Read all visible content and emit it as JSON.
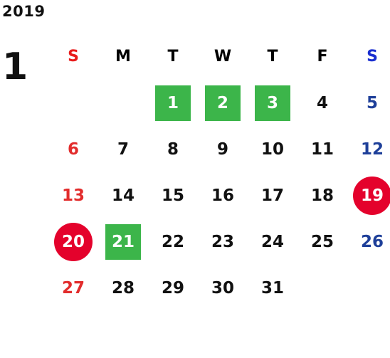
{
  "year": "2019",
  "month": "1",
  "weekdays": [
    "S",
    "M",
    "T",
    "W",
    "T",
    "F",
    "S"
  ],
  "weeks": [
    [
      "",
      "",
      "1",
      "2",
      "3",
      "4",
      "5"
    ],
    [
      "6",
      "7",
      "8",
      "9",
      "10",
      "11",
      "12"
    ],
    [
      "13",
      "14",
      "15",
      "16",
      "17",
      "18",
      "19"
    ],
    [
      "20",
      "21",
      "22",
      "23",
      "24",
      "25",
      "26"
    ],
    [
      "27",
      "28",
      "29",
      "30",
      "31",
      "",
      ""
    ]
  ],
  "highlight_green": [
    "1",
    "2",
    "3",
    "21"
  ],
  "highlight_red": [
    "19",
    "20"
  ],
  "colors": {
    "sunday": "#e22c2c",
    "saturday": "#1e3f99",
    "green_highlight": "#3cb54a",
    "red_highlight": "#e4022c"
  }
}
